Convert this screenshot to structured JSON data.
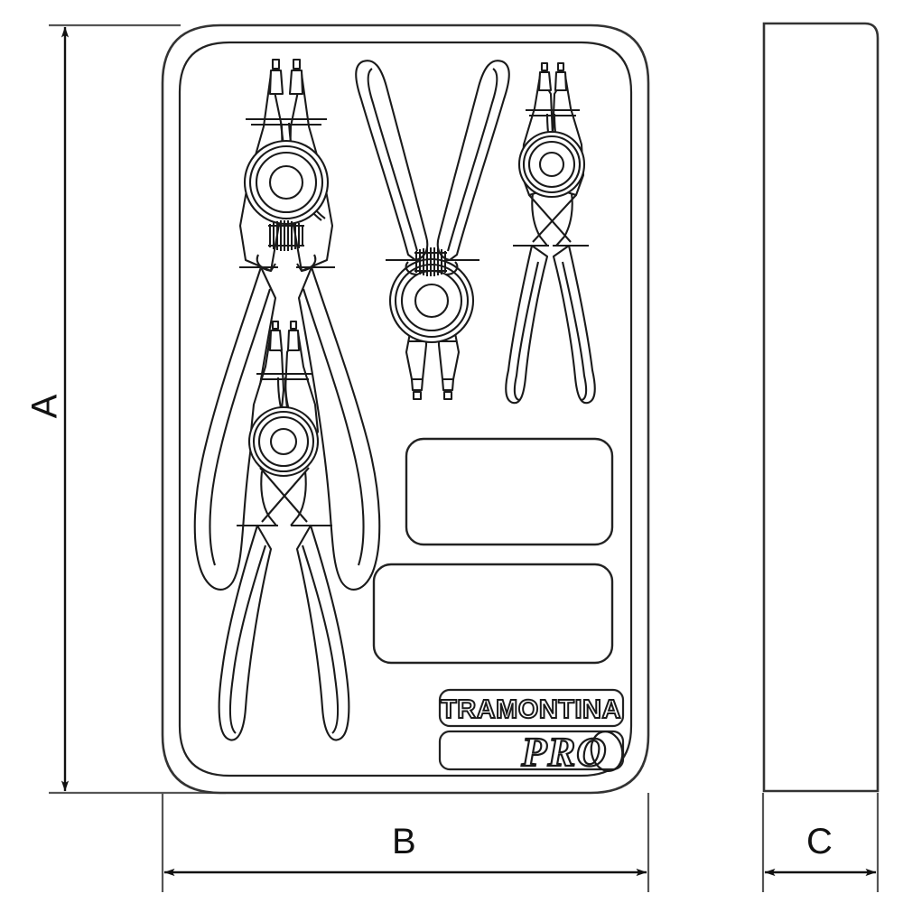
{
  "drawing": {
    "type": "engineering-dimension-drawing",
    "subject": "Tramontina PRO circlip / snap ring plier set in storage tray",
    "background_color": "#ffffff",
    "line_color": "#1a1a1a",
    "views": [
      {
        "name": "front-view",
        "label": "front view of tray with pliers"
      },
      {
        "name": "side-view",
        "label": "side profile of tray"
      }
    ]
  },
  "dimensions": {
    "height": {
      "id": "A",
      "label": "A",
      "orientation": "vertical",
      "arrow_style": "double-arrow",
      "view": "front-view"
    },
    "width": {
      "id": "B",
      "label": "B",
      "orientation": "horizontal",
      "arrow_style": "double-arrow",
      "view": "front-view"
    },
    "depth": {
      "id": "C",
      "label": "C",
      "orientation": "horizontal",
      "arrow_style": "double-arrow",
      "view": "side-view"
    }
  },
  "branding": {
    "name": "TRAMONTINA",
    "sub_name": "PRO",
    "style": "outline-letters"
  },
  "tray": {
    "compartments": [
      {
        "name": "label-slot-upper",
        "shape": "rounded-rectangle",
        "content": ""
      },
      {
        "name": "label-slot-lower",
        "shape": "rounded-rectangle",
        "content": ""
      }
    ],
    "tools": [
      {
        "name": "plier-internal-straight",
        "position": "top-left",
        "orientation": "tips-up"
      },
      {
        "name": "plier-external-straight",
        "position": "top-center",
        "orientation": "tips-down"
      },
      {
        "name": "plier-internal-bent",
        "position": "top-right",
        "orientation": "tips-up"
      },
      {
        "name": "plier-external-bent",
        "position": "bottom-left",
        "orientation": "tips-up"
      }
    ],
    "tool_count": 4
  }
}
